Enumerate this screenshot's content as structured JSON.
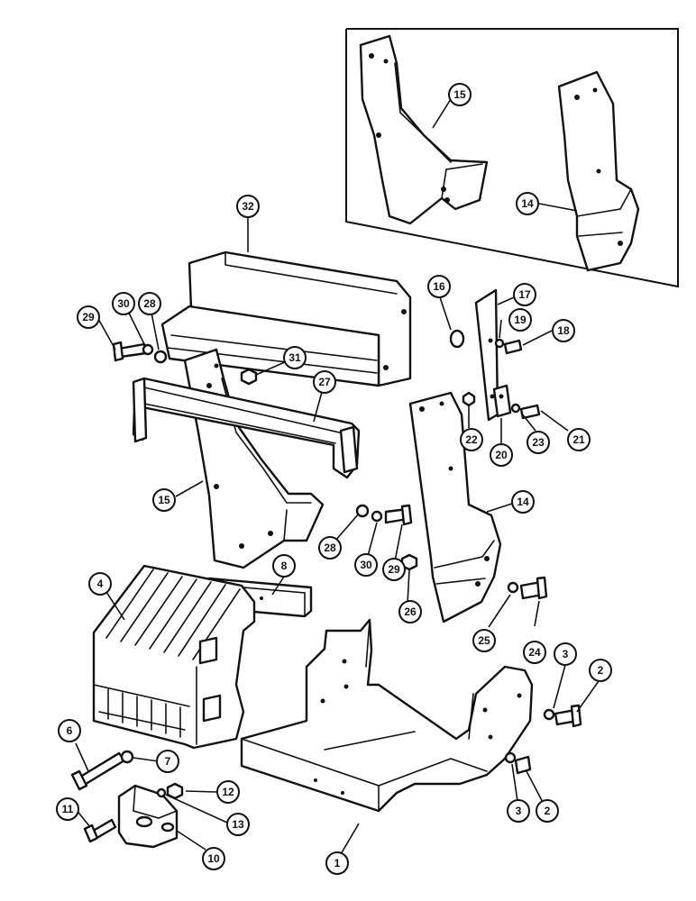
{
  "callouts": {
    "c1": "1",
    "c2a": "2",
    "c2b": "2",
    "c3a": "3",
    "c3b": "3",
    "c4": "4",
    "c6": "6",
    "c7": "7",
    "c8": "8",
    "c10": "10",
    "c11": "11",
    "c12": "12",
    "c13": "13",
    "c14a": "14",
    "c14b": "14",
    "c15a": "15",
    "c15b": "15",
    "c16": "16",
    "c17": "17",
    "c18": "18",
    "c19": "19",
    "c20": "20",
    "c21": "21",
    "c22": "22",
    "c23": "23",
    "c24": "24",
    "c25": "25",
    "c26": "26",
    "c27": "27",
    "c28a": "28",
    "c28b": "28",
    "c29a": "29",
    "c29b": "29",
    "c30a": "30",
    "c30b": "30",
    "c31": "31",
    "c32": "32"
  }
}
